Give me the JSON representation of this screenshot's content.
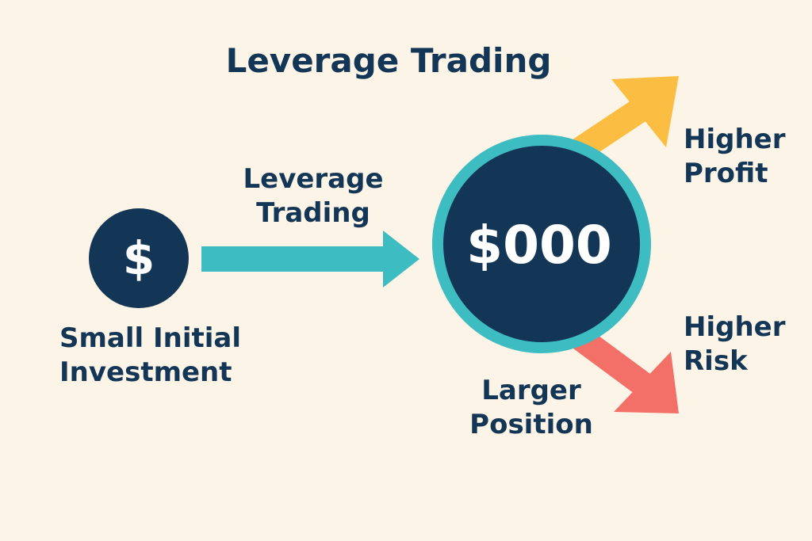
{
  "title": "Leverage Trading",
  "initial": {
    "symbol": "$",
    "label_line1": "Small Initial",
    "label_line2": "Investment"
  },
  "arrow_label": {
    "line1": "Leverage",
    "line2": "Trading"
  },
  "position": {
    "amount": "$000",
    "label_line1": "Larger",
    "label_line2": "Position"
  },
  "outcomes": {
    "profit": {
      "line1": "Higher",
      "line2": "Profit"
    },
    "risk": {
      "line1": "Higher",
      "line2": "Risk"
    }
  },
  "colors": {
    "background": "#fcf4e6",
    "navy": "#143656",
    "teal": "#3dbcc2",
    "yellow": "#fbbe43",
    "coral": "#f27068"
  },
  "icons": {
    "dollar_coin": "dollar-coin-icon",
    "leverage_arrow": "arrow-right-icon",
    "profit_arrow": "arrow-up-right-icon",
    "risk_arrow": "arrow-down-right-icon"
  }
}
